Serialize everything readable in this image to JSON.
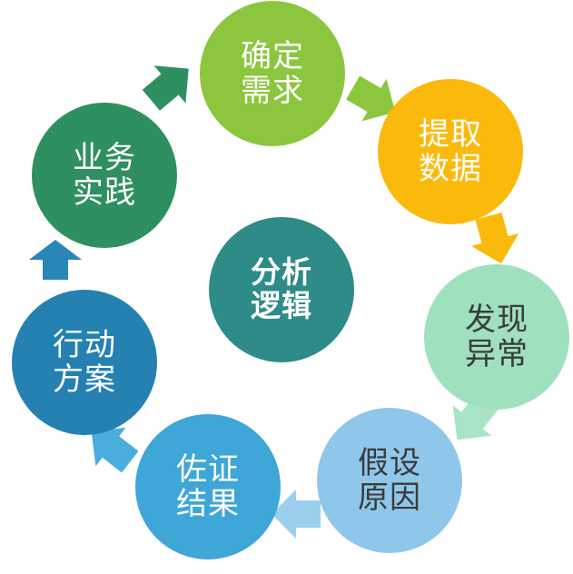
{
  "nodes": [
    {
      "id": "confirm-requirements",
      "line1": "确定",
      "line2": "需求",
      "color": "#8cc63f"
    },
    {
      "id": "extract-data",
      "line1": "提取",
      "line2": "数据",
      "color": "#fbb90c"
    },
    {
      "id": "find-anomaly",
      "line1": "发现",
      "line2": "异常",
      "color": "#9fe0bf"
    },
    {
      "id": "hypothesize-cause",
      "line1": "假设",
      "line2": "原因",
      "color": "#8fc7ea"
    },
    {
      "id": "verify-result",
      "line1": "佐证",
      "line2": "结果",
      "color": "#3fa6d8"
    },
    {
      "id": "action-plan",
      "line1": "行动",
      "line2": "方案",
      "color": "#2481b2"
    },
    {
      "id": "business-practice",
      "line1": "业务",
      "line2": "实践",
      "color": "#2e9060"
    }
  ],
  "center": {
    "line1": "分析",
    "line2": "逻辑",
    "color": "#2e8b87"
  },
  "arrow_colors": {
    "a1": "#8cc63f",
    "a2": "#fbb90c",
    "a3": "#a8e4c6",
    "a4": "#9ccfee",
    "a5": "#4aaedd",
    "a6": "#2a86b7",
    "a7": "#2e9060"
  }
}
